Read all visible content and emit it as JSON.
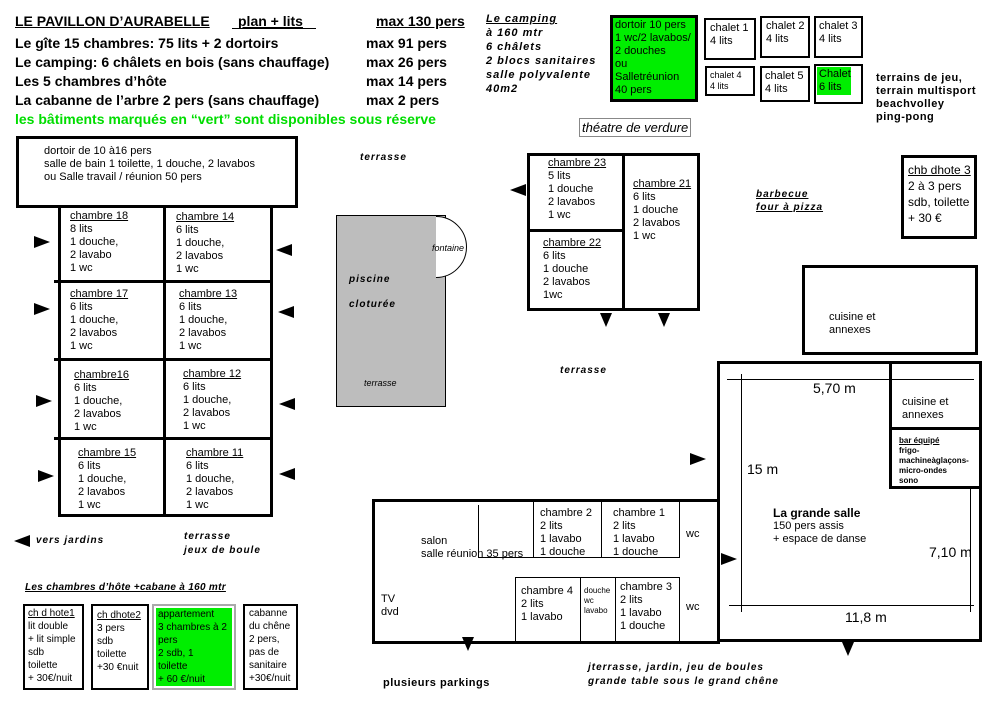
{
  "header": {
    "title": "LE PAVILLON D’AURABELLE",
    "subtitle": "plan + lits",
    "max_total": "max 130 pers",
    "rows": [
      {
        "left": "Le gîte  15 chambres: 75 lits  +  2 dortoirs",
        "right": "max 91 pers"
      },
      {
        "left": "Le camping:  6 châlets en bois (sans chauffage)",
        "right": "max 26 pers"
      },
      {
        "left": "Les 5 chambres d’hôte",
        "right": "max 14 pers"
      },
      {
        "left": "La cabanne de l’arbre  2 pers  (sans chauffage)",
        "right": "max 2 pers"
      }
    ],
    "green_note": "les bâtiments marqués en “vert” sont disponibles sous réserve"
  },
  "camping": {
    "title": "Le camping",
    "lines": [
      "à 160 mtr",
      "6  châlets",
      "2  blocs sanitaires",
      "salle polyvalente",
      "40m2"
    ]
  },
  "dortoir10": [
    "dortoir 10 pers",
    "1 wc/2 lavabos/",
    "2 douches",
    "ou",
    "Salletréunion",
    "40 pers"
  ],
  "chalets": {
    "c1": [
      "chalet 1",
      "4 lits"
    ],
    "c2": [
      "chalet 2",
      "4 lits"
    ],
    "c3": [
      "chalet 3",
      "4 lits"
    ],
    "c4": [
      "chalet 4",
      "4 lits"
    ],
    "c5": [
      "chalet 5",
      "4 lits"
    ],
    "c6": [
      "Chalet",
      "6 lits"
    ]
  },
  "activities": [
    "terrains de jeu,",
    "terrain multisport",
    "beachvolley",
    "ping-pong"
  ],
  "theatre": "théatre de verdure",
  "dortoir16": [
    "dortoir de  10 à16 pers",
    "salle de bain 1 toilette, 1 douche, 2 lavabos",
    "ou  Salle travail    / réunion   50 pers"
  ],
  "terrasse": "terrasse",
  "rooms": {
    "c18": {
      "name": "chambre 18",
      "lines": [
        "8 lits",
        "1 douche,",
        "2  lavabo",
        "1 wc"
      ]
    },
    "c14": {
      "name": "chambre 14",
      "lines": [
        "6  lits",
        "1 douche,",
        "2  lavabos",
        "1 wc"
      ]
    },
    "c17": {
      "name": "chambre 17",
      "lines": [
        "6 lits",
        "1 douche,",
        "2 lavabos",
        "1 wc"
      ]
    },
    "c13": {
      "name": "chambre 13",
      "lines": [
        "6 lits",
        "1 douche,",
        "2 lavabos",
        "1 wc"
      ]
    },
    "c16": {
      "name": "chambre16",
      "lines": [
        "6 lits",
        "1 douche,",
        " 2 lavabos",
        "1 wc"
      ]
    },
    "c12": {
      "name": "chambre 12",
      "lines": [
        "6 lits",
        "1 douche,",
        "2 lavabos",
        "1 wc"
      ]
    },
    "c15": {
      "name": "chambre 15",
      "lines": [
        "6 lits",
        " 1 douche,",
        "  2 lavabos",
        "1 wc"
      ]
    },
    "c11": {
      "name": "chambre 11",
      "lines": [
        "6 lits",
        "1 douche,",
        "2 lavabos",
        "1 wc"
      ]
    },
    "c23": {
      "name": "chambre 23",
      "lines": [
        "5 lits",
        "1 douche",
        "2 lavabos",
        "1 wc"
      ]
    },
    "c21": {
      "name": "chambre 21",
      "lines": [
        "6 lits",
        "1 douche",
        "2 lavabos",
        "1 wc"
      ]
    },
    "c22": {
      "name": "chambre 22",
      "lines": [
        "6 lits",
        "1 douche",
        "2 lavabos",
        "1wc"
      ]
    },
    "c2": {
      "name": "chambre 2",
      "lines": [
        "2 lits",
        "1 lavabo",
        "1 douche"
      ]
    },
    "c1": {
      "name": "chambre 1",
      "lines": [
        "2 lits",
        "1 lavabo",
        "1 douche"
      ]
    },
    "c4": {
      "name": "chambre 4",
      "lines": [
        "2  lits",
        "1 lavabo"
      ]
    },
    "c3": {
      "name": "chambre 3",
      "lines": [
        "2 lits",
        "1 lavabo",
        "1 douche"
      ]
    }
  },
  "pool": {
    "fontaine": "fontaine",
    "piscine": "piscine",
    "cloturee": "cloturée",
    "terrasse": "terrasse"
  },
  "barbecue": [
    "barbecue",
    "four  à  pizza"
  ],
  "chb3": [
    "chb dhote 3",
    "2 à 3 pers",
    "sdb, toilette",
    "+ 30 €"
  ],
  "cuisine1": [
    "cuisine  et",
    "annexes"
  ],
  "cuisine2": [
    "cuisine  et",
    "annexes"
  ],
  "bar": {
    "title": "bar  équipé",
    "lines": [
      "frigo-",
      "machineàglaçons-",
      "micro-ondes",
      "sono"
    ]
  },
  "grande_salle": {
    "title": "La  grande  salle",
    "lines": [
      "150 pers  assis",
      "+ espace de danse"
    ],
    "dim_top": "5,70 m",
    "dim_left": "15 m",
    "dim_right": "7,10 m",
    "dim_bottom": "11,8 m"
  },
  "terrasse2": "terrasse",
  "salon": [
    "salon",
    "salle réunion 35 pers"
  ],
  "tv": [
    "TV",
    "dvd"
  ],
  "wc": "wc",
  "douche_small": [
    "douche",
    "wc",
    "lavabo"
  ],
  "jardins": "vers   jardins",
  "terrasse3": [
    "terrasse",
    "jeux  de  boule"
  ],
  "plus_parkings": "plusieurs  parkings",
  "bottom_right": [
    "jterrasse,  jardin,  jeu de boules",
    "grande table  sous  le  grand  chêne"
  ],
  "hote_title": "Les  chambres  d’hôte  +cabane  à  160  mtr",
  "hote": {
    "h1": [
      "ch d hote1",
      "lit double",
      "+ lit simple",
      "sdb",
      "toilette",
      "+ 30€/nuit"
    ],
    "h2": [
      "ch dhote2",
      "3  pers",
      "sdb",
      "toilette",
      "+30 €nuit"
    ],
    "app": [
      "appartement",
      "3 chambres à 2",
      "pers",
      "2 sdb, 1",
      "toilette",
      "+  60 €/nuit"
    ],
    "cab": [
      "cabanne",
      "du chêne",
      " 2  pers,",
      "pas de",
      "sanitaire",
      "+30€/nuit"
    ]
  }
}
